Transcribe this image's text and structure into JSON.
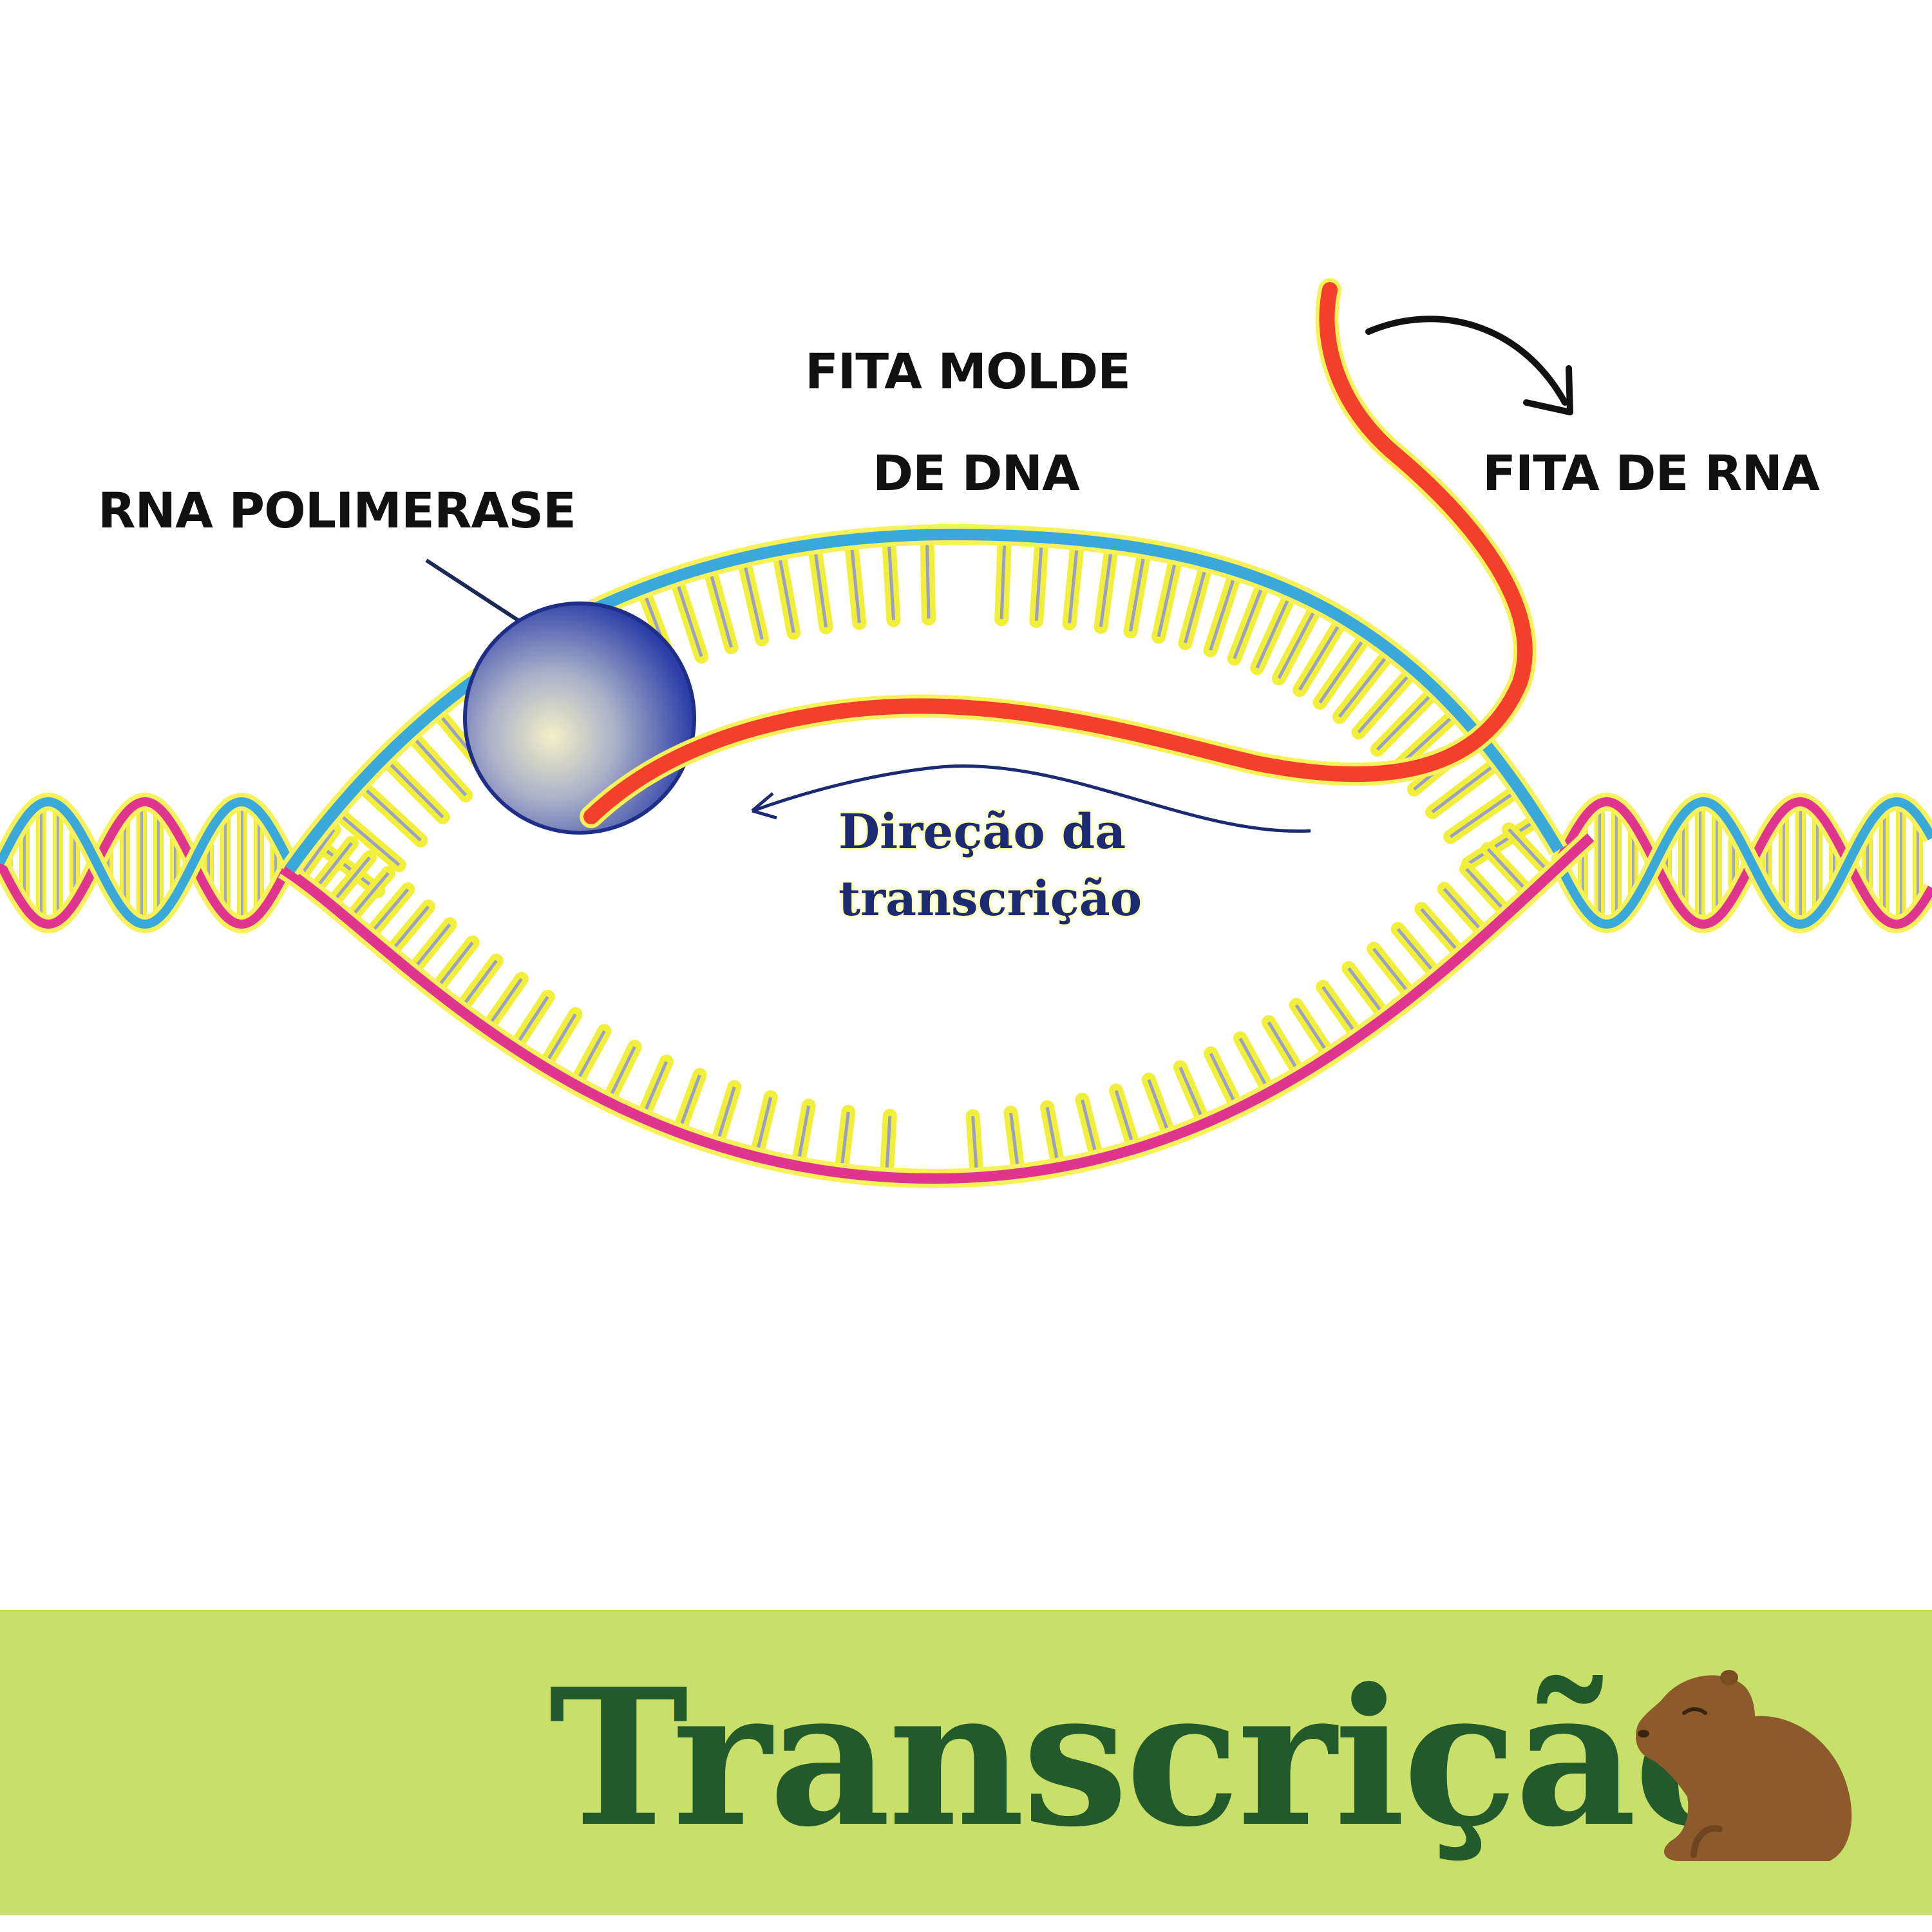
{
  "labels": {
    "rna_polimerase": "RNA POLIMERASE",
    "fita_molde_line1": "FITA MOLDE",
    "fita_molde_line2": "DE DNA",
    "fita_rna": "FITA DE RNA",
    "direcao_line1": "Direção da",
    "direcao_line2": "transcrição"
  },
  "footer": {
    "title": "Transcrição"
  },
  "icons": {
    "mascot": "capybara-icon",
    "arrow": "curved-arrow-icon"
  },
  "colors": {
    "dna_strand_blue": "#3aa8d8",
    "dna_strand_pink": "#e0358f",
    "base_pairs_yellow": "#f2ef3a",
    "rna_strand_red": "#f2402c",
    "polymerase_blue": "#2b3ea8",
    "footer_band": "#c8df6a",
    "footer_text": "#235a2b",
    "capybara_brown": "#8c5a2b"
  }
}
